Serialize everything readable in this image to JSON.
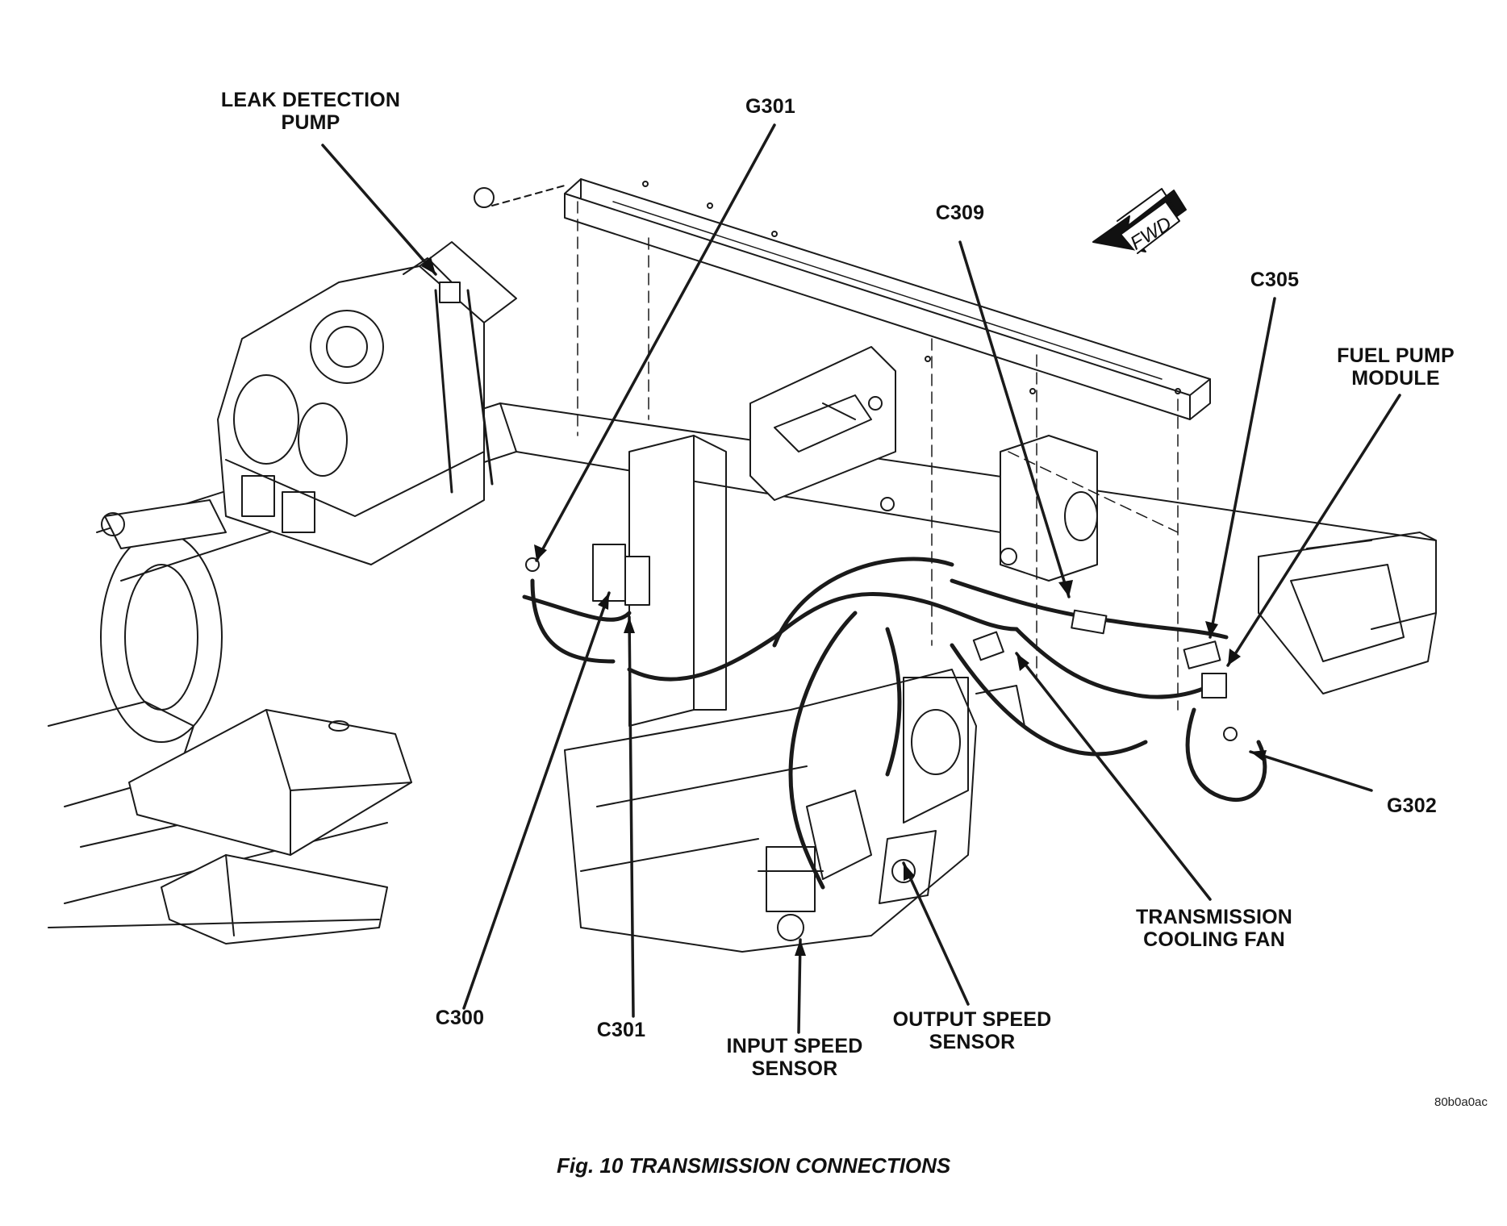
{
  "figure": {
    "caption": "Fig. 10 TRANSMISSION CONNECTIONS",
    "figure_id": "80b0a0ac",
    "direction_marker": "FWD"
  },
  "callouts": [
    {
      "id": "leak-detection-pump",
      "lines": [
        "LEAK DETECTION",
        "PUMP"
      ]
    },
    {
      "id": "g301",
      "lines": [
        "G301"
      ]
    },
    {
      "id": "c309",
      "lines": [
        "C309"
      ]
    },
    {
      "id": "c305",
      "lines": [
        "C305"
      ]
    },
    {
      "id": "fuel-pump-module",
      "lines": [
        "FUEL PUMP",
        "MODULE"
      ]
    },
    {
      "id": "g302",
      "lines": [
        "G302"
      ]
    },
    {
      "id": "transmission-cooling-fan",
      "lines": [
        "TRANSMISSION",
        "COOLING FAN"
      ]
    },
    {
      "id": "output-speed-sensor",
      "lines": [
        "OUTPUT SPEED",
        "SENSOR"
      ]
    },
    {
      "id": "input-speed-sensor",
      "lines": [
        "INPUT SPEED",
        "SENSOR"
      ]
    },
    {
      "id": "c301",
      "lines": [
        "C301"
      ]
    },
    {
      "id": "c300",
      "lines": [
        "C300"
      ]
    }
  ]
}
